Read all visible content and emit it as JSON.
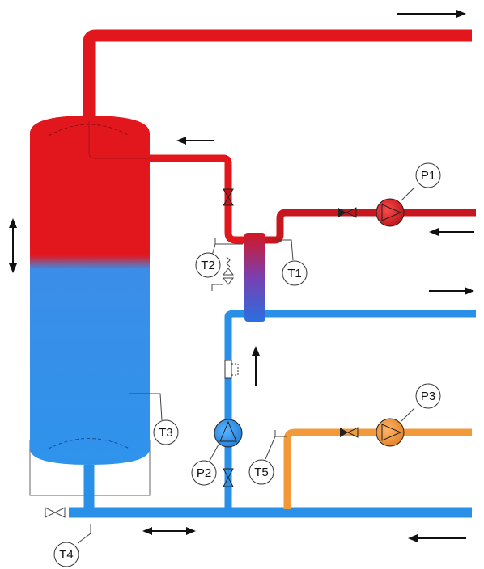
{
  "colors": {
    "hot": "#e2171e",
    "hot_dark": "#b5151a",
    "cold": "#2a8fe6",
    "cold_light": "#39a4f2",
    "orange": "#f29a3a",
    "outline": "#444444"
  },
  "labels": {
    "p1": "P1",
    "p2": "P2",
    "p3": "P3",
    "t1": "T1",
    "t2": "T2",
    "t3": "T3",
    "t4": "T4",
    "t5": "T5"
  }
}
